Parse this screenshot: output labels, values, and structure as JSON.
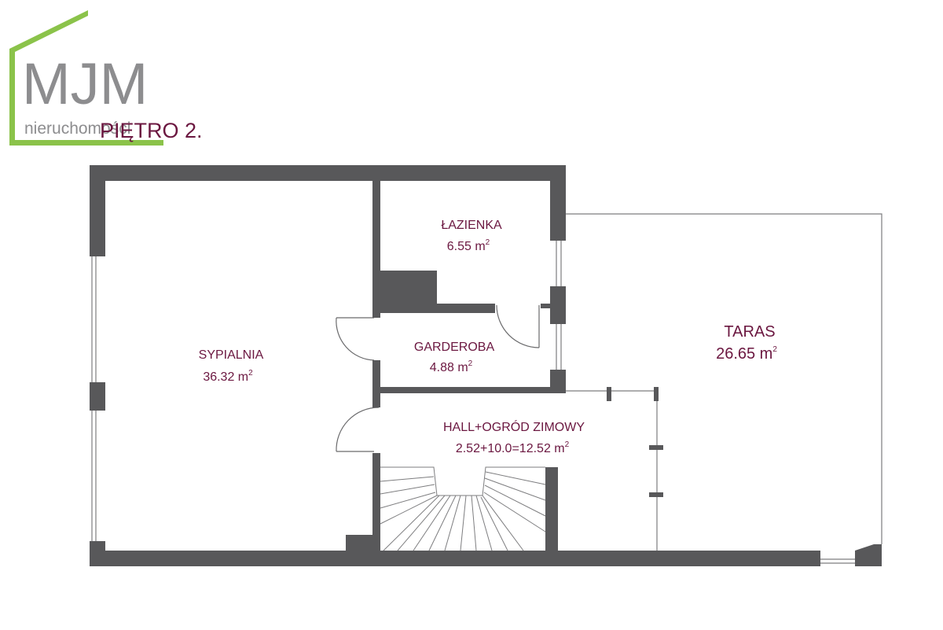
{
  "logo": {
    "brand": "MJM",
    "tagline": "nieruchomości",
    "accent_color": "#8bc34a"
  },
  "floor_title": "PIĘTRO 2.",
  "rooms": {
    "lazienka": {
      "name": "ŁAZIENKA",
      "area": "6.55 m",
      "sup": "2"
    },
    "garderoba": {
      "name": "GARDEROBA",
      "area": "4.88 m",
      "sup": "2"
    },
    "sypialnia": {
      "name": "SYPIALNIA",
      "area": "36.32 m",
      "sup": "2"
    },
    "hall": {
      "name": "HALL+OGRÓD ZIMOWY",
      "area": "2.52+10.0=12.52 m",
      "sup": "2"
    },
    "taras": {
      "name": "TARAS",
      "area": "26.65 m",
      "sup": "2"
    }
  },
  "colors": {
    "wall": "#58585a",
    "label": "#6b1740"
  }
}
